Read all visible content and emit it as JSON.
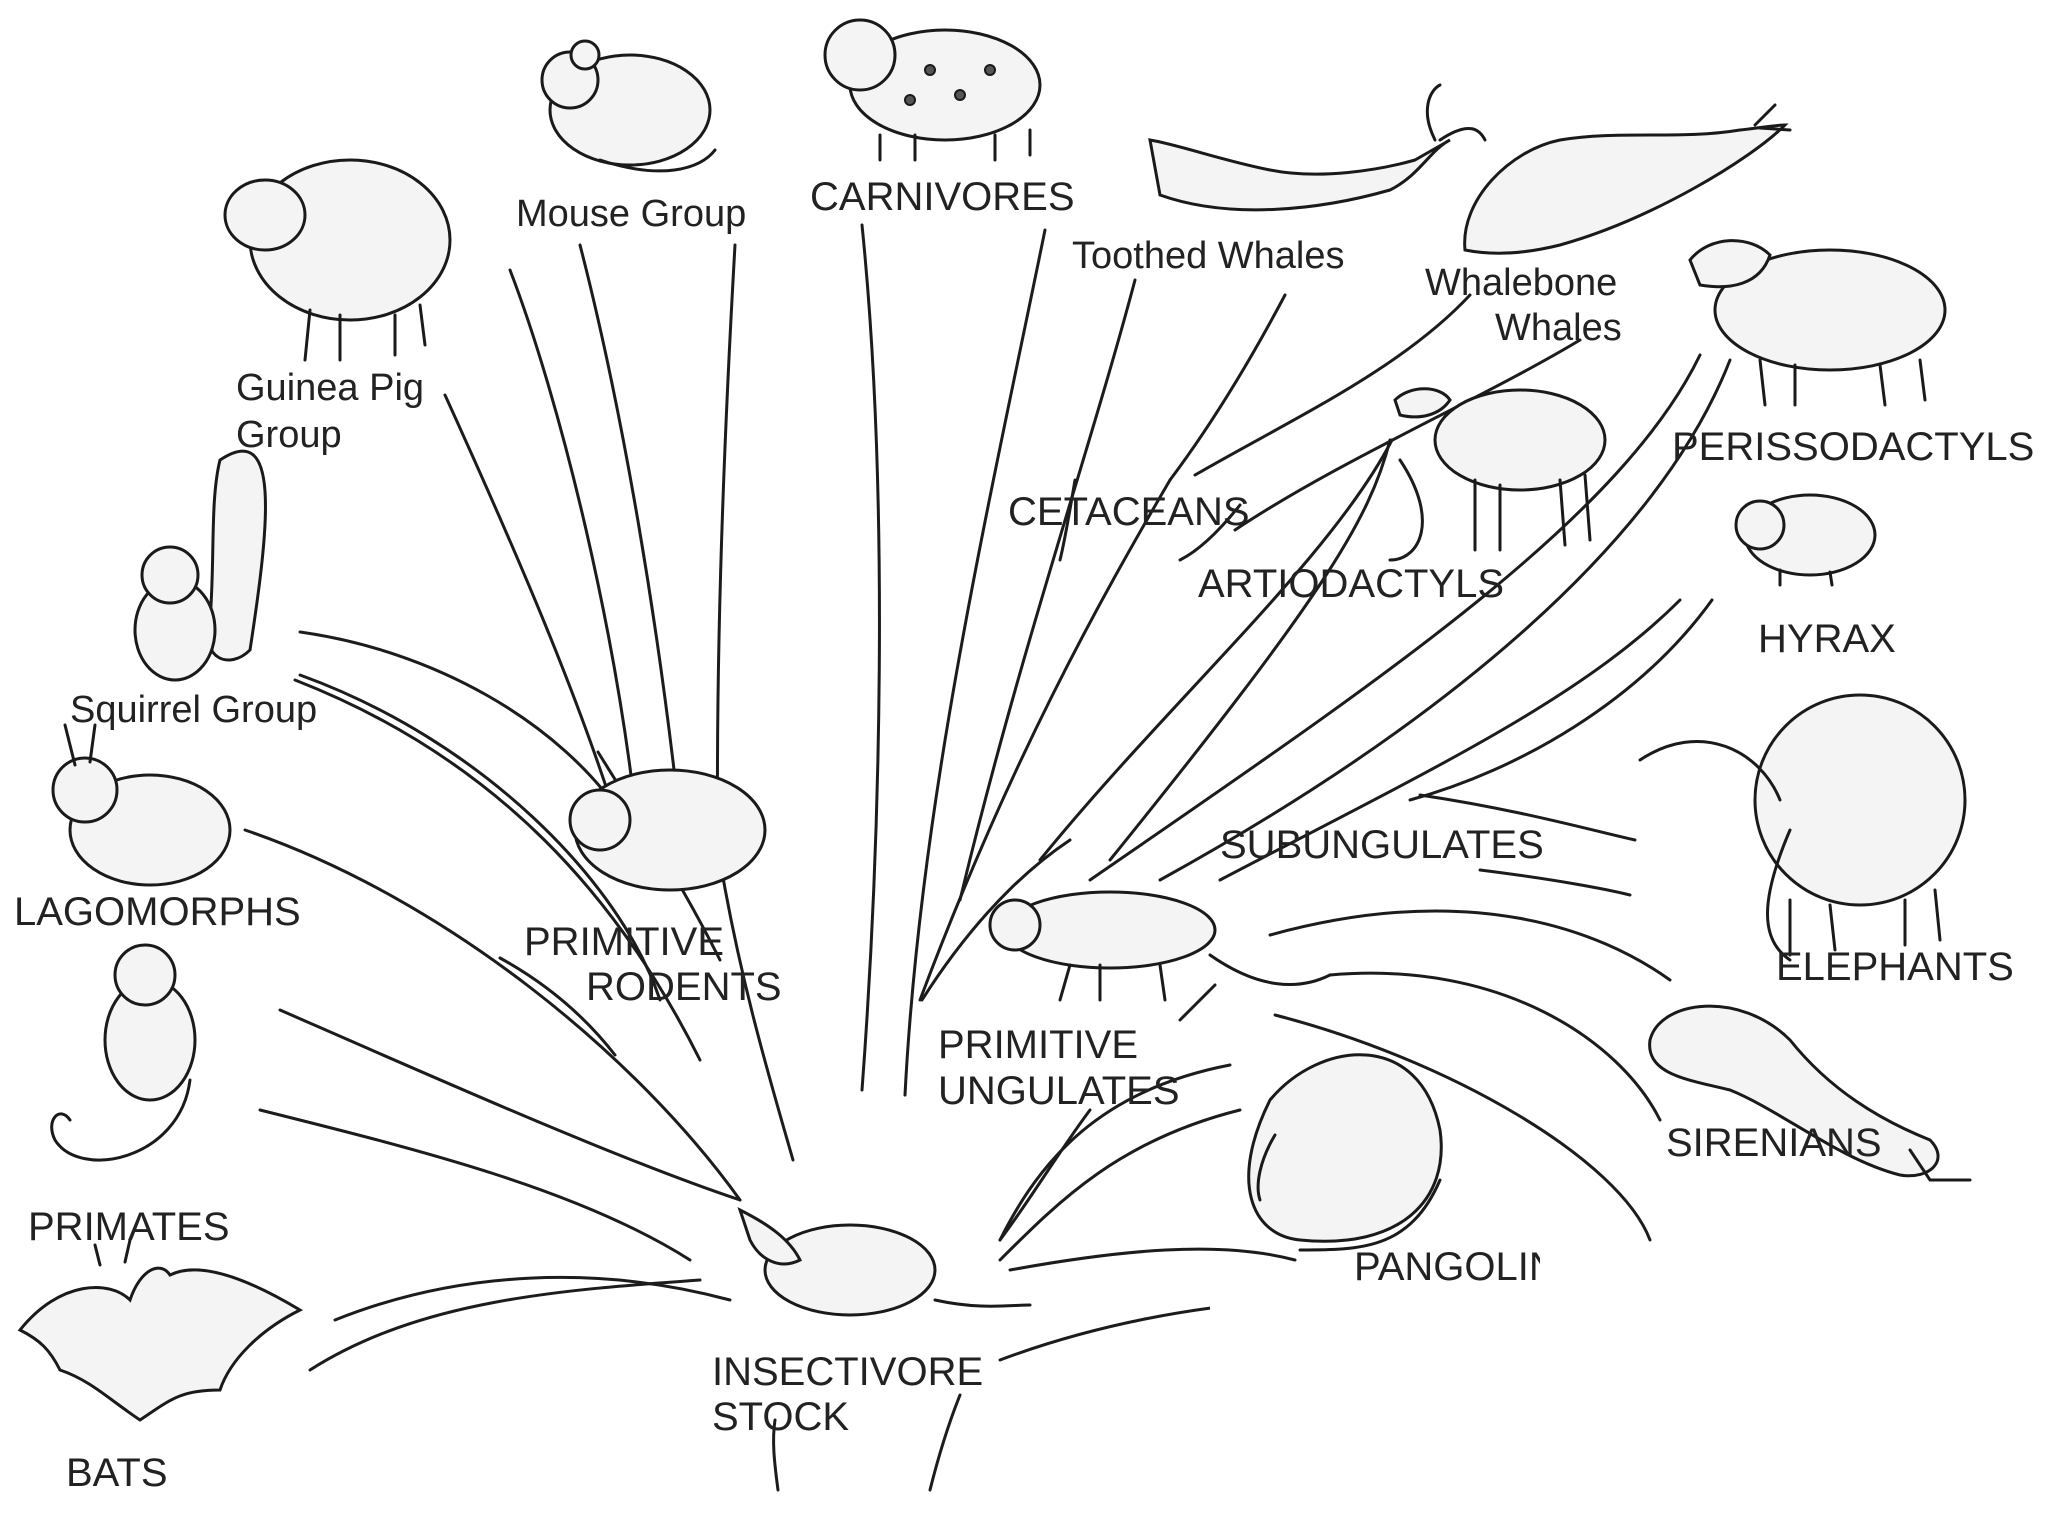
{
  "labels": {
    "mouse_group": "Mouse Group",
    "carnivores": "CARNIVORES",
    "toothed_whales": "Toothed Whales",
    "whalebone_whales_1": "Whalebone",
    "whalebone_whales_2": "Whales",
    "guinea_pig_1": "Guinea Pig",
    "guinea_pig_2": "Group",
    "perissodactyls": "PERISSODACTYLS",
    "cetaceans": "CETACEANS",
    "artiodactyls": "ARTIODACTYLS",
    "hyrax": "HYRAX",
    "squirrel_group": "Squirrel Group",
    "lagomorphs": "LAGOMORPHS",
    "primitive_rodents_1": "PRIMITIVE",
    "primitive_rodents_2": "RODENTS",
    "subungulates": "SUBUNGULATES",
    "elephants": "ELEPHANTS",
    "primitive_ungulates_1": "PRIMITIVE",
    "primitive_ungulates_2": "UNGULATES",
    "sirenians": "SIRENIANS",
    "primates": "PRIMATES",
    "pangolin": "PANGOLIN",
    "insectivore_1": "INSECTIVORE",
    "insectivore_2": "STOCK",
    "bats": "BATS"
  }
}
